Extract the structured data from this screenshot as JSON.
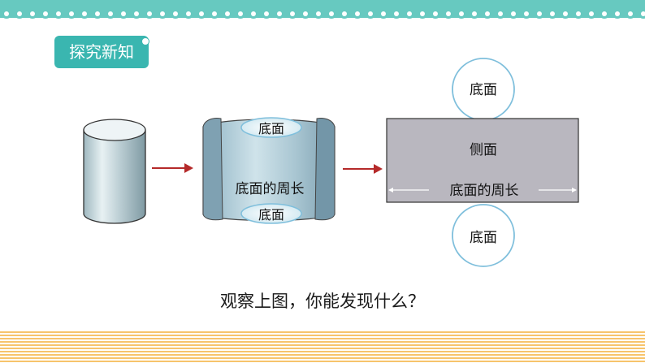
{
  "header": {
    "title": "探究新知"
  },
  "diagram": {
    "unrolled": {
      "top_base_label": "底面",
      "bottom_base_label": "底面",
      "circumference_label": "底面的周长"
    },
    "net": {
      "top_circle_label": "底面",
      "side_label": "侧面",
      "circumference_label": "底面的周长",
      "bottom_circle_label": "底面"
    }
  },
  "question": "观察上图，你能发现什么？",
  "colors": {
    "teal": "#3ab6b0",
    "band": "#67c9c0",
    "arrow": "#b52a2a",
    "rect_fill": "#b9b7bf",
    "circle_stroke": "#7fbfdc",
    "stripe": "#f7c46c"
  }
}
